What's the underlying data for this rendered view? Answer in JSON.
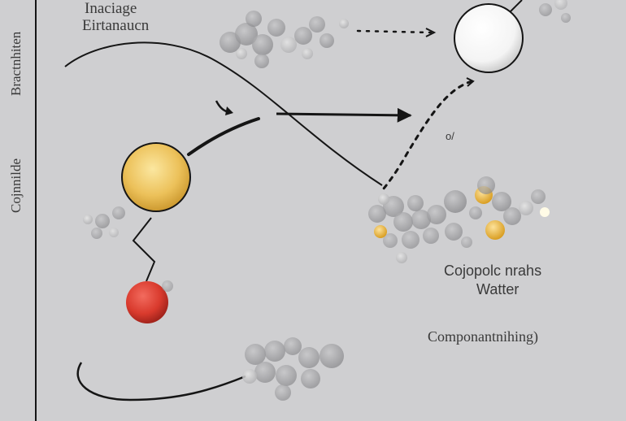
{
  "labels": {
    "title_line1": "Inaciage",
    "title_line2": "Eirtanaucn",
    "small_glyph": "o/",
    "compound": "Cojopolc nrahs",
    "water": "Watter",
    "component": "Componantnihing)",
    "vertical_top": "Bractnhiten",
    "vertical_mid": "Cojnnilde"
  },
  "colors": {
    "background": "#cfcfd1",
    "white_sphere": "#ffffff",
    "yellow_sphere": "#e9b949",
    "red_sphere": "#d43a2f",
    "cluster_grey": "#9a9a9c",
    "cluster_yellow": "#e8b53c",
    "line": "#151515"
  }
}
